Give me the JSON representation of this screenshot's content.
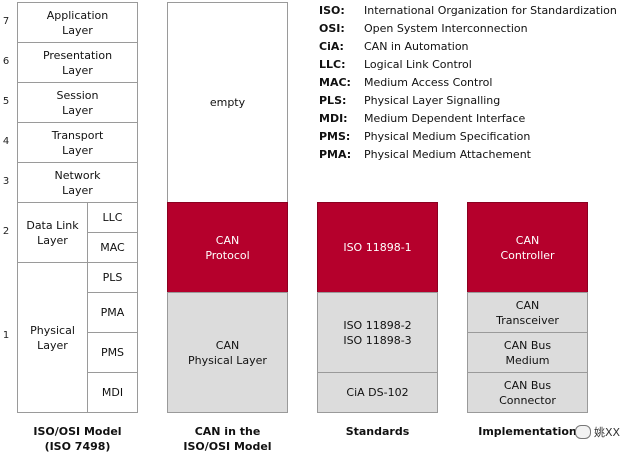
{
  "layer_numbers": [
    "7",
    "6",
    "5",
    "4",
    "3",
    "2",
    "1"
  ],
  "osi_model": {
    "application": "Application\nLayer",
    "presentation": "Presentation\nLayer",
    "session": "Session\nLayer",
    "transport": "Transport\nLayer",
    "network": "Network\nLayer",
    "data_link": "Data Link\nLayer",
    "llc": "LLC",
    "mac": "MAC",
    "physical": "Physical\nLayer",
    "pls": "PLS",
    "pma": "PMA",
    "pms": "PMS",
    "mdi": "MDI"
  },
  "can_column": {
    "empty": "empty",
    "protocol": "CAN\nProtocol",
    "physical": "CAN\nPhysical Layer"
  },
  "standards_column": {
    "iso_11898_1": "ISO 11898-1",
    "iso_11898_2_3": "ISO 11898-2\nISO 11898-3",
    "cia_ds_102": "CiA DS-102"
  },
  "implementation_column": {
    "controller": "CAN\nController",
    "transceiver": "CAN\nTransceiver",
    "medium": "CAN Bus\nMedium",
    "connector": "CAN Bus\nConnector"
  },
  "column_titles": {
    "osi": "ISO/OSI Model\n(ISO 7498)",
    "can": "CAN in the\nISO/OSI Model",
    "standards": "Standards",
    "implementation": "Implementation"
  },
  "legend": [
    {
      "key": "ISO:",
      "value": "International Organization for Standardization"
    },
    {
      "key": "OSI:",
      "value": "Open System Interconnection"
    },
    {
      "key": "CiA:",
      "value": "CAN in Automation"
    },
    {
      "key": "LLC:",
      "value": "Logical Link Control"
    },
    {
      "key": "MAC:",
      "value": "Medium Access Control"
    },
    {
      "key": "PLS:",
      "value": "Physical Layer Signalling"
    },
    {
      "key": "MDI:",
      "value": "Medium Dependent Interface"
    },
    {
      "key": "PMS:",
      "value": "Physical Medium Specification"
    },
    {
      "key": "PMA:",
      "value": "Physical Medium Attachement"
    }
  ],
  "watermark": {
    "text": "姚XX",
    "icon": "wechat-icon"
  },
  "colors": {
    "can_red": "#b5002c",
    "gray": "#dcdcdc"
  }
}
